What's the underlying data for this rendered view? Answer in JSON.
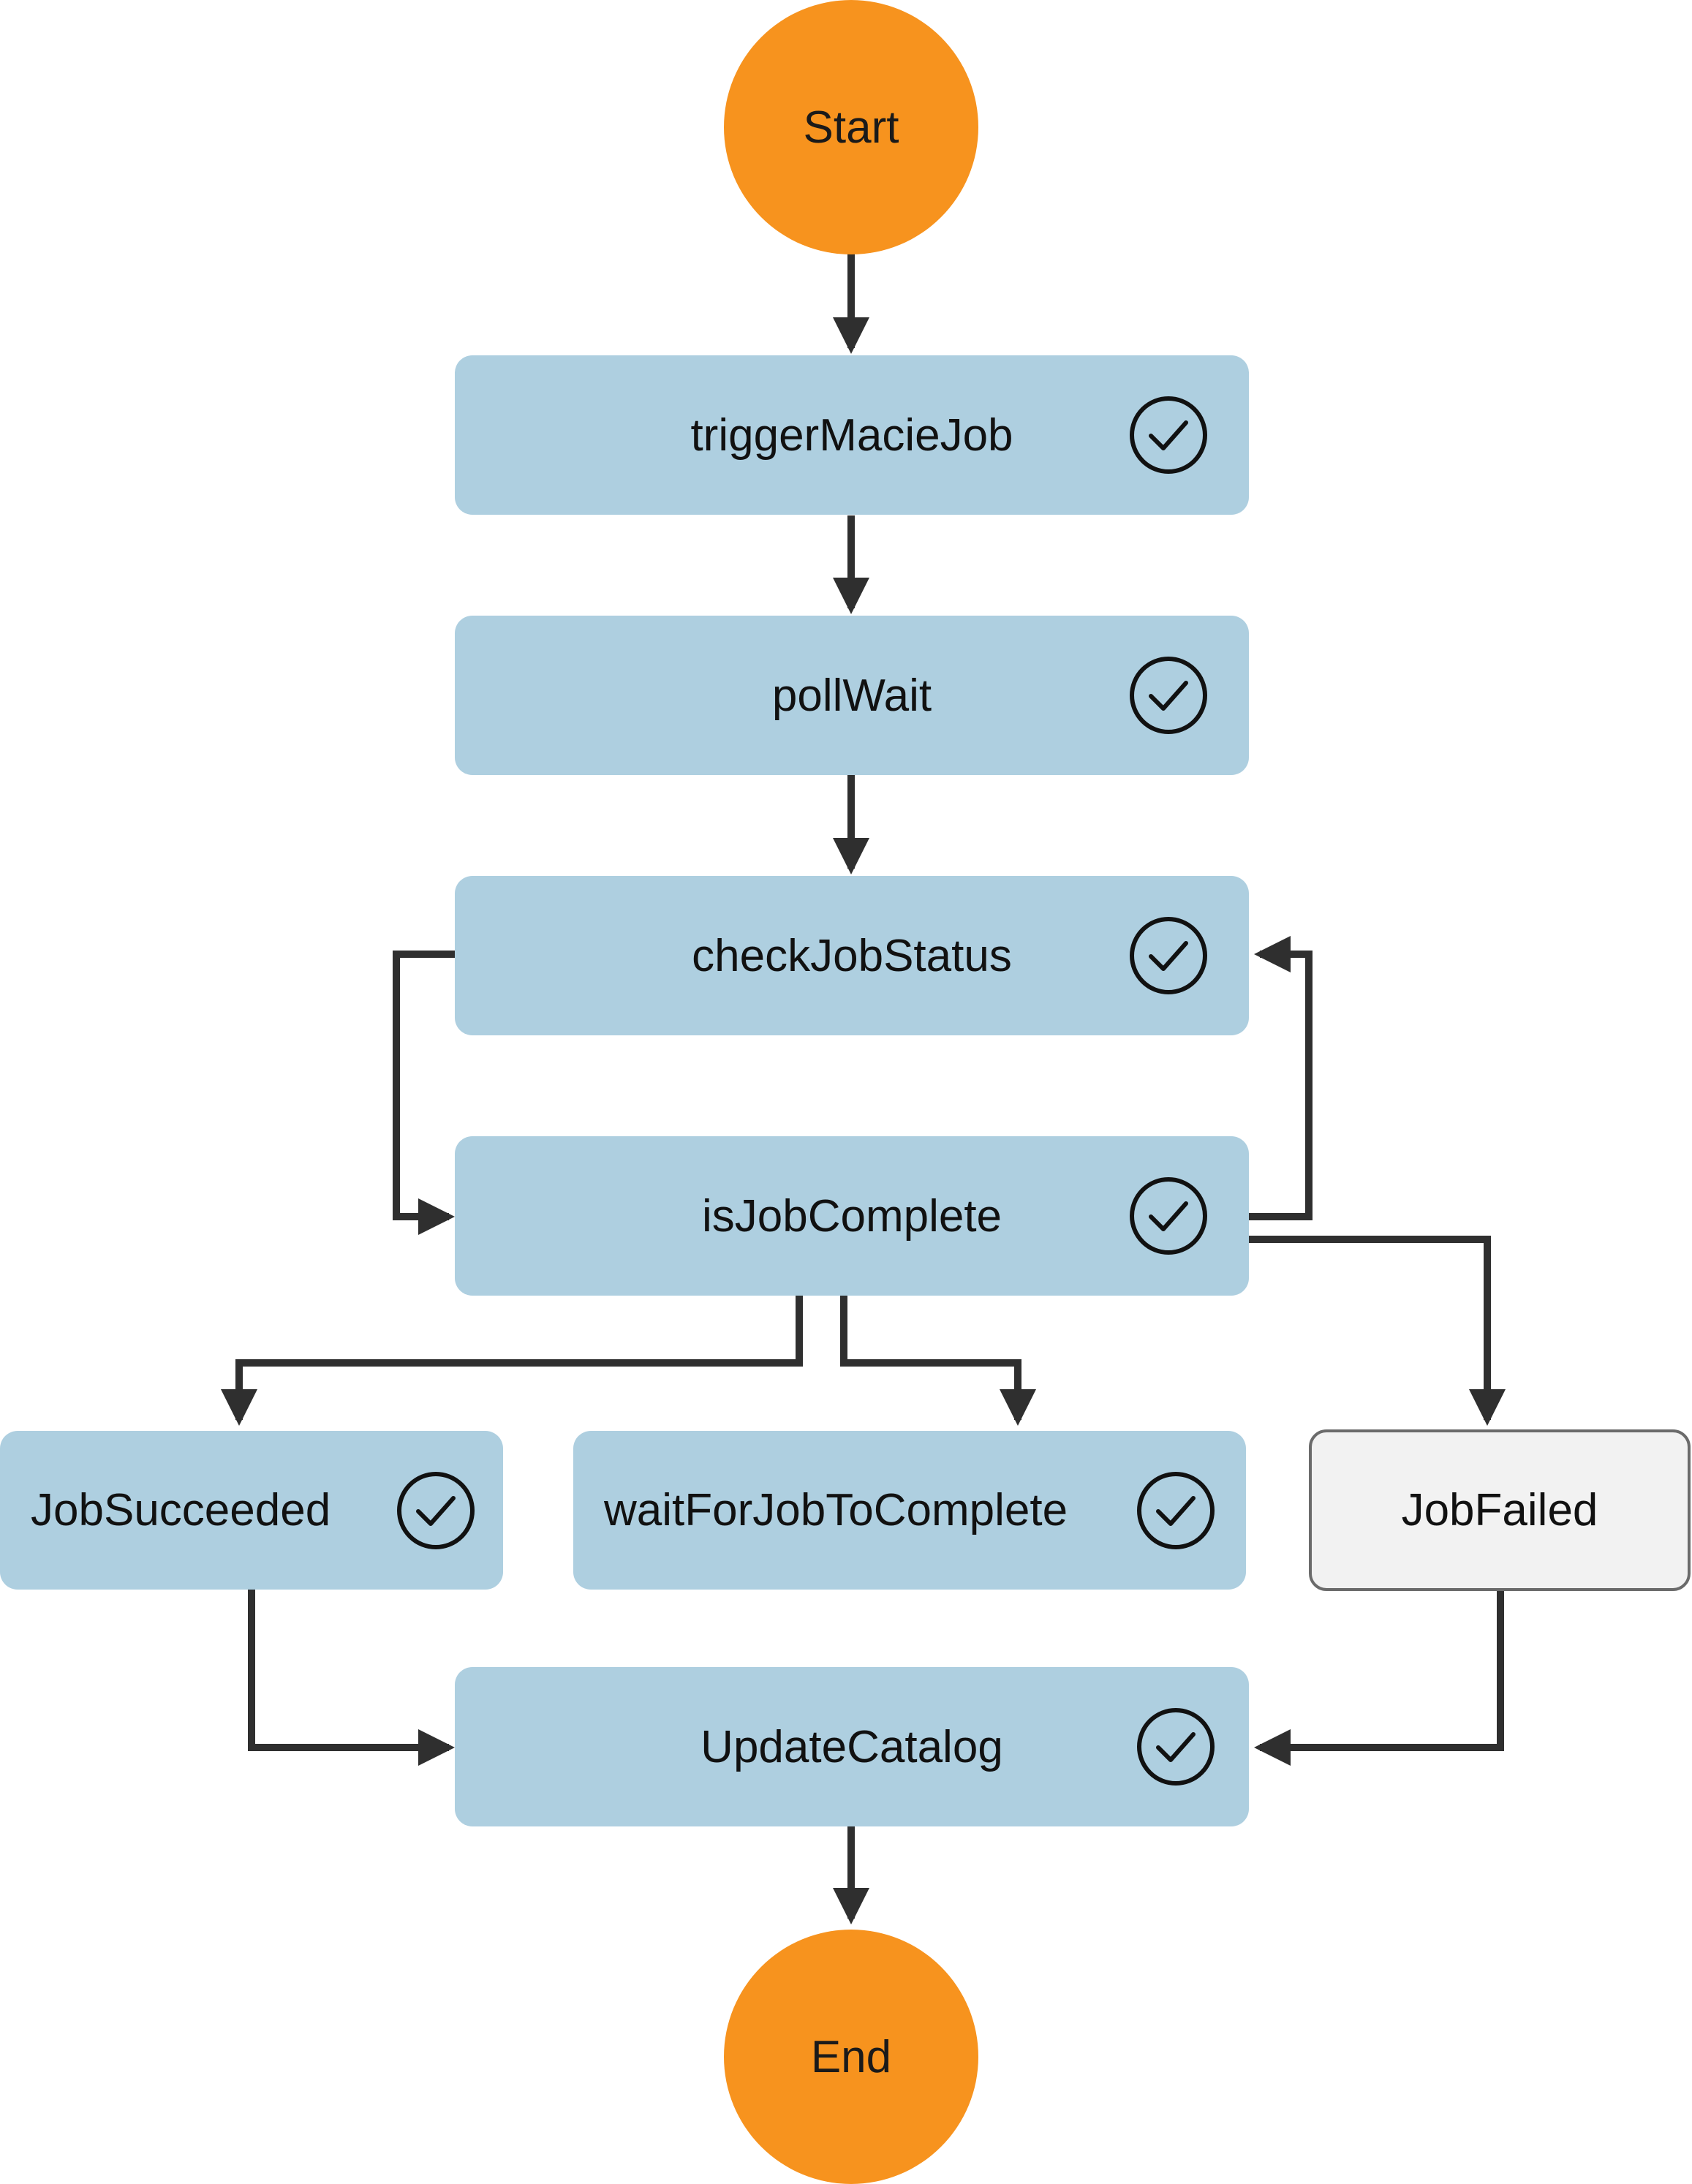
{
  "diagram": {
    "start": {
      "label": "Start"
    },
    "end": {
      "label": "End"
    },
    "states": [
      {
        "id": "triggerMacieJob",
        "label": "triggerMacieJob",
        "status_icon": "check-circle-icon"
      },
      {
        "id": "pollWait",
        "label": "pollWait",
        "status_icon": "check-circle-icon"
      },
      {
        "id": "checkJobStatus",
        "label": "checkJobStatus",
        "status_icon": "check-circle-icon"
      },
      {
        "id": "isJobComplete",
        "label": "isJobComplete",
        "status_icon": "check-circle-icon"
      },
      {
        "id": "JobSucceeded",
        "label": "JobSucceeded",
        "status_icon": "check-circle-icon"
      },
      {
        "id": "waitForJobToComplete",
        "label": "waitForJobToComplete",
        "status_icon": "check-circle-icon"
      },
      {
        "id": "JobFailed",
        "label": "JobFailed",
        "status_icon": ""
      },
      {
        "id": "UpdateCatalog",
        "label": "UpdateCatalog",
        "status_icon": "check-circle-icon"
      }
    ],
    "transitions": [
      [
        "Start",
        "triggerMacieJob"
      ],
      [
        "triggerMacieJob",
        "pollWait"
      ],
      [
        "pollWait",
        "checkJobStatus"
      ],
      [
        "checkJobStatus",
        "isJobComplete"
      ],
      [
        "isJobComplete",
        "checkJobStatus"
      ],
      [
        "isJobComplete",
        "JobSucceeded"
      ],
      [
        "isJobComplete",
        "waitForJobToComplete"
      ],
      [
        "isJobComplete",
        "JobFailed"
      ],
      [
        "JobSucceeded",
        "UpdateCatalog"
      ],
      [
        "JobFailed",
        "UpdateCatalog"
      ],
      [
        "UpdateCatalog",
        "End"
      ]
    ],
    "colors": {
      "terminal": "#f7931e",
      "state_success": "#aecfe0",
      "state_failed": "#f2f2f2",
      "edge": "#2f2f2f"
    }
  }
}
